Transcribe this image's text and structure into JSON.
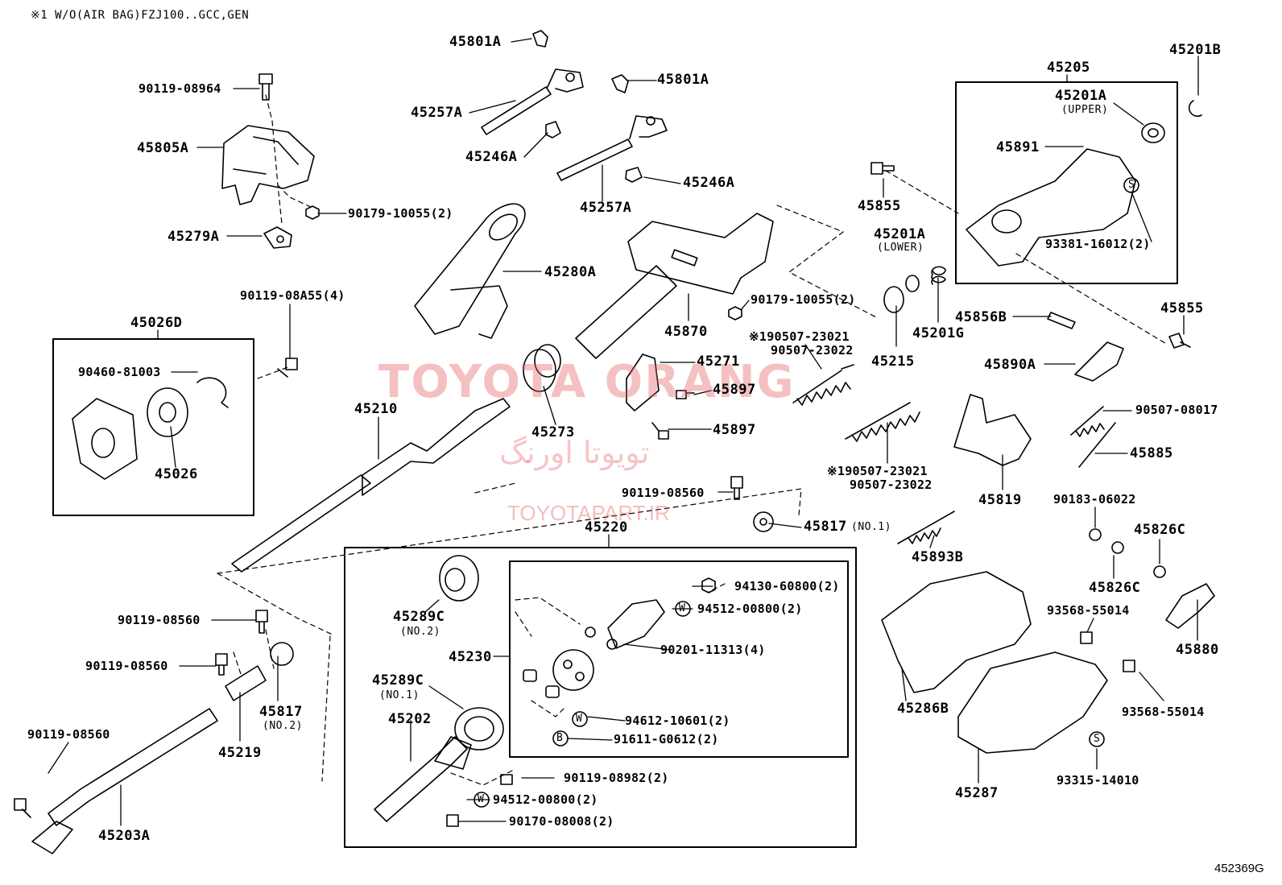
{
  "header_note": "※1 W/O(AIR BAG)FZJ100..GCC,GEN",
  "diagram_code": "452369G",
  "watermark": {
    "main": "TOYOTA ORANG",
    "farsi": "تویوتا اورنگ",
    "url": "TOYOTAPART.IR"
  },
  "labels": {
    "p45801A_top": "45801A",
    "p45801A_mid": "45801A",
    "p45257A_1": "45257A",
    "p45246A_1": "45246A",
    "p45257A_2": "45257A",
    "p45246A_2": "45246A",
    "p90119_08964": "90119-08964",
    "p45805A": "45805A",
    "p90179_10055_top": "90179-10055(2)",
    "p45279A": "45279A",
    "p45280A": "45280A",
    "p45870": "45870",
    "p90179_10055_mid": "90179-10055(2)",
    "p45205": "45205",
    "p45201B": "45201B",
    "p45201A_upper": "45201A",
    "note_upper": "(UPPER)",
    "p45891": "45891",
    "s_mark_1": "S",
    "p93381_16012": "93381-16012(2)",
    "p45855_1": "45855",
    "p45201A_lower": "45201A",
    "note_lower": "(LOWER)",
    "p45201G": "45201G",
    "p45215": "45215",
    "p45856B": "45856B",
    "p45855_2": "45855",
    "p45890A": "45890A",
    "p90119_08A55": "90119-08A55(4)",
    "p45026D": "45026D",
    "p90460_81003": "90460-81003",
    "p45026": "45026",
    "p45210": "45210",
    "p45273": "45273",
    "p45271": "45271",
    "p45897_1": "45897",
    "p45897_2": "45897",
    "spring_1a": "※190507-23021",
    "spring_1b": "90507-23022",
    "spring_2a": "※190507-23021",
    "spring_2b": "90507-23022",
    "p45819": "45819",
    "p90507_08017": "90507-08017",
    "p45885": "45885",
    "p90119_08560_a": "90119-08560",
    "p45817_no1": "45817",
    "note_no1_a": "(NO.1)",
    "p45220": "45220",
    "p45893B": "45893B",
    "p90183_06022": "90183-06022",
    "p45826C_1": "45826C",
    "p45826C_2": "45826C",
    "p45880": "45880",
    "p93568_55014_a": "93568-55014",
    "p93568_55014_b": "93568-55014",
    "p90119_08560_b": "90119-08560",
    "p90119_08560_c": "90119-08560",
    "p45817_no2": "45817",
    "note_no2_a": "(NO.2)",
    "p45219": "45219",
    "p90119_08560_d": "90119-08560",
    "p45203A": "45203A",
    "p45289C_no2": "45289C",
    "note_no2_b": "(NO.2)",
    "p45230": "45230",
    "p45289C_no1": "45289C",
    "note_no1_b": "(NO.1)",
    "p45202": "45202",
    "p94130_60800": "94130-60800(2)",
    "w_mark_1": "W",
    "p94512_00800_a": "94512-00800(2)",
    "p90201_11313": "90201-11313(4)",
    "w_mark_2": "W",
    "p94612_10601": "94612-10601(2)",
    "b_mark": "B",
    "p91611_G0612": "91611-G0612(2)",
    "p90119_08982": "90119-08982(2)",
    "w_mark_3": "W",
    "p94512_00800_b": "94512-00800(2)",
    "p90170_08008": "90170-08008(2)",
    "p45286B": "45286B",
    "p45287": "45287",
    "s_mark_2": "S",
    "p93315_14010": "93315-14010"
  }
}
